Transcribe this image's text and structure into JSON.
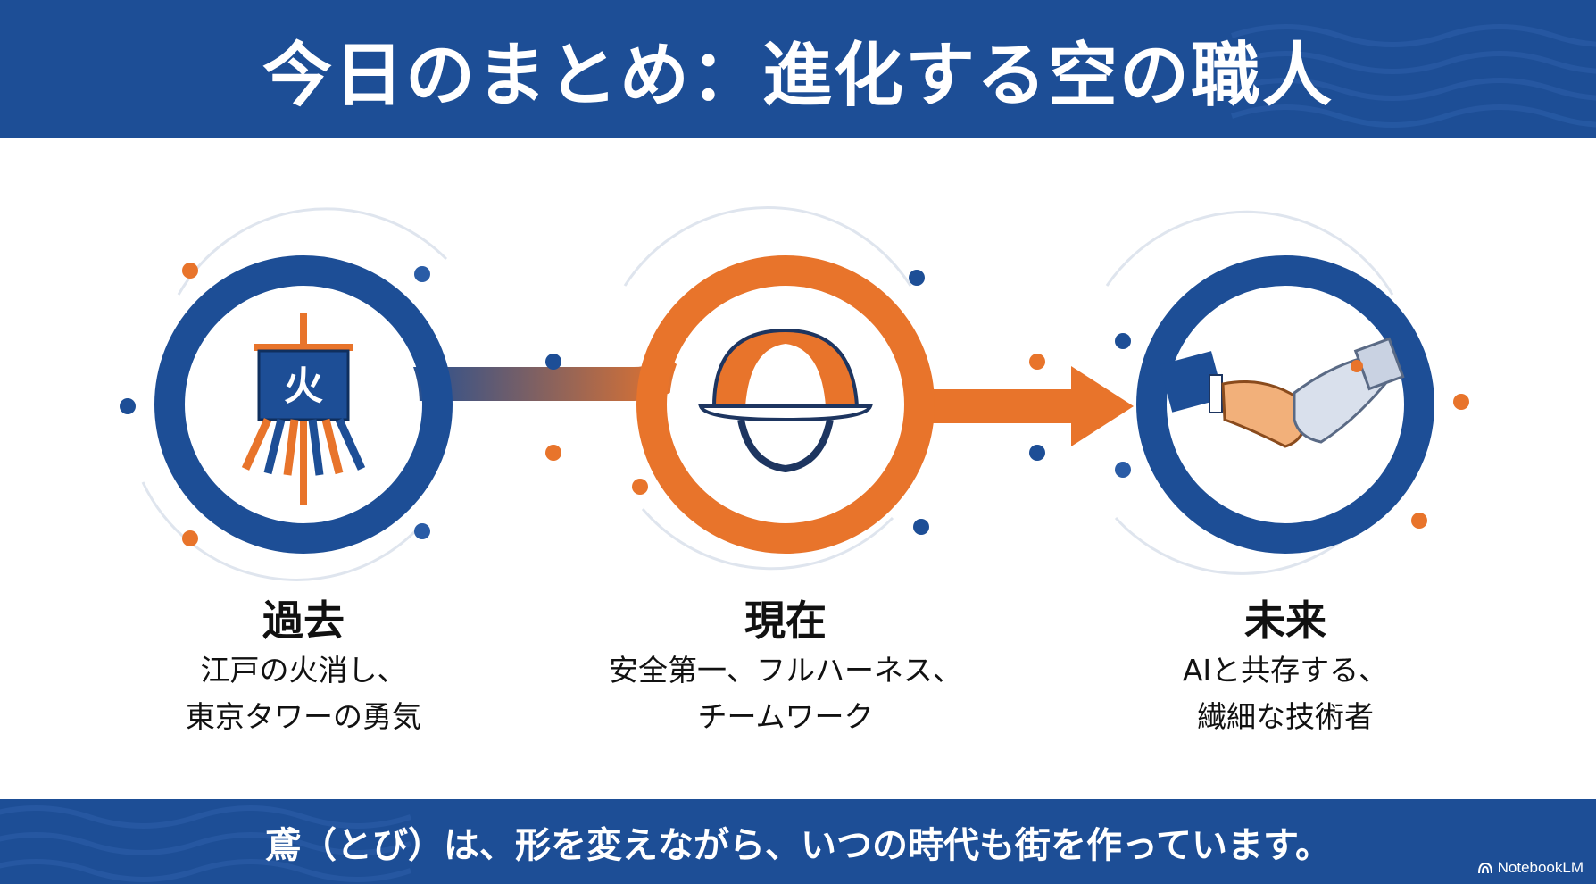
{
  "header": {
    "title": "今日のまとめ：進化する空の職人"
  },
  "stages": [
    {
      "era": "過去",
      "description": "江戸の火消し、\n東京タワーの勇気",
      "icon": "fire-brigade-banner-icon",
      "banner_glyph": "火"
    },
    {
      "era": "現在",
      "description": "安全第一、フルハーネス、\nチームワーク",
      "icon": "hard-hat-icon"
    },
    {
      "era": "未来",
      "description": "AIと共存する、\n繊細な技術者",
      "icon": "human-robot-handshake-icon"
    }
  ],
  "footer": {
    "message": "鳶（とび）は、形を変えながら、いつの時代も街を作っています。",
    "watermark": "NotebookLM"
  },
  "colors": {
    "navy": "#1d4e96",
    "orange": "#e8742b",
    "white": "#ffffff",
    "text": "#111111"
  }
}
